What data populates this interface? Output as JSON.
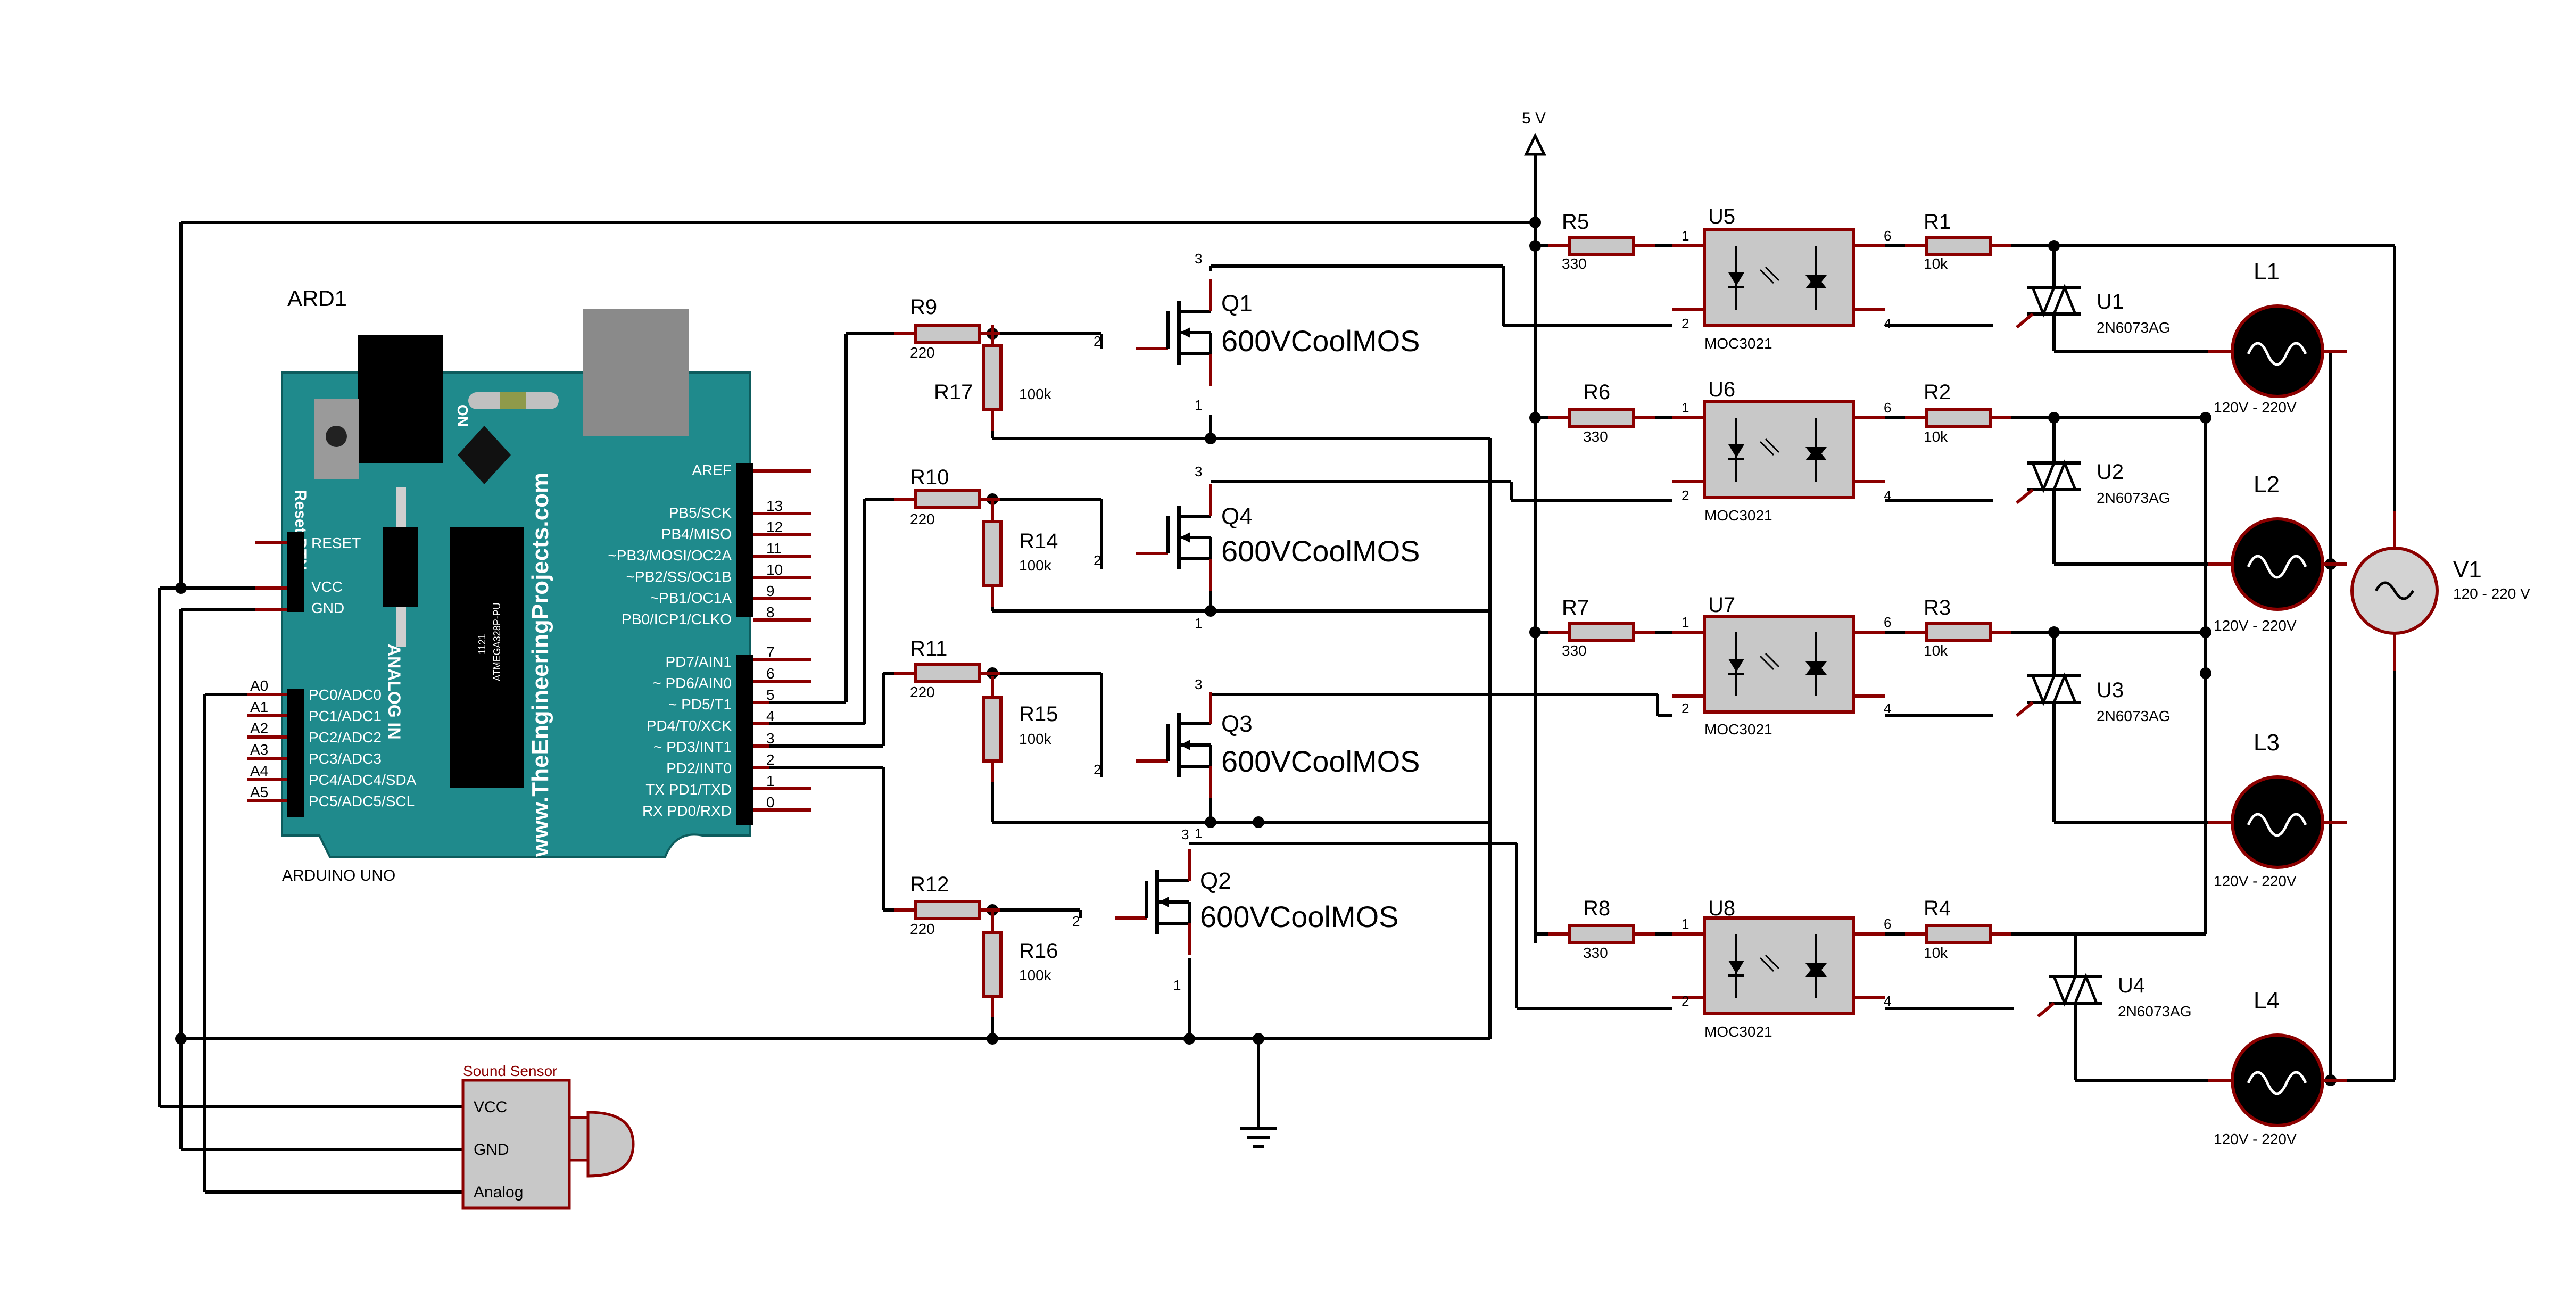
{
  "colors": {
    "wire": "#000000",
    "component_lead": "#8b0000",
    "component_fill": "#c8c8c8",
    "board_teal": "#1f8a8c",
    "lamp_black": "#000000"
  },
  "arduino": {
    "ref": "ARD1",
    "model": "ARDUINO UNO",
    "site": "www.TheEngineeringProjects.com",
    "chip_num": "1121",
    "chip": "ATMEGA328P-PU",
    "reset_btn": "Reset BTN",
    "on": "ON",
    "analog_in": "ANALOG IN",
    "power_pins": [
      "RESET",
      "VCC",
      "GND"
    ],
    "analog_pins": [
      {
        "name": "A0",
        "func": "PC0/ADC0"
      },
      {
        "name": "A1",
        "func": "PC1/ADC1"
      },
      {
        "name": "A2",
        "func": "PC2/ADC2"
      },
      {
        "name": "A3",
        "func": "PC3/ADC3"
      },
      {
        "name": "A4",
        "func": "PC4/ADC4/SDA"
      },
      {
        "name": "A5",
        "func": "PC5/ADC5/SCL"
      }
    ],
    "digital_pins": [
      {
        "func": "AREF",
        "num": ""
      },
      {
        "func": "PB5/SCK",
        "num": "13"
      },
      {
        "func": "PB4/MISO",
        "num": "12"
      },
      {
        "func": "~PB3/MOSI/OC2A",
        "num": "11"
      },
      {
        "func": "~PB2/SS/OC1B",
        "num": "10"
      },
      {
        "func": "~PB1/OC1A",
        "num": "9"
      },
      {
        "func": "PB0/ICP1/CLKO",
        "num": "8"
      },
      {
        "func": "PD7/AIN1",
        "num": "7"
      },
      {
        "func": "~ PD6/AIN0",
        "num": "6"
      },
      {
        "func": "~ PD5/T1",
        "num": "5"
      },
      {
        "func": "PD4/T0/XCK",
        "num": "4"
      },
      {
        "func": "~ PD3/INT1",
        "num": "3"
      },
      {
        "func": "PD2/INT0",
        "num": "2"
      },
      {
        "func": "TX PD1/TXD",
        "num": "1"
      },
      {
        "func": "RX PD0/RXD",
        "num": "0"
      }
    ]
  },
  "sensor": {
    "title": "Sound Sensor",
    "pins": [
      "VCC",
      "GND",
      "Analog"
    ]
  },
  "supply": {
    "label": "5 V"
  },
  "source": {
    "ref": "V1",
    "value": "120 - 220 V"
  },
  "gate_resistors": [
    {
      "ref": "R9",
      "value": "220"
    },
    {
      "ref": "R10",
      "value": "220"
    },
    {
      "ref": "R11",
      "value": "220"
    },
    {
      "ref": "R12",
      "value": "220"
    }
  ],
  "pulldown_resistors": [
    {
      "ref": "R17",
      "value": "100k"
    },
    {
      "ref": "R14",
      "value": "100k"
    },
    {
      "ref": "R15",
      "value": "100k"
    },
    {
      "ref": "R16",
      "value": "100k"
    }
  ],
  "mosfets": [
    {
      "ref": "Q1",
      "model": "600VCoolMOS"
    },
    {
      "ref": "Q4",
      "model": "600VCoolMOS"
    },
    {
      "ref": "Q3",
      "model": "600VCoolMOS"
    },
    {
      "ref": "Q2",
      "model": "600VCoolMOS"
    }
  ],
  "led_resistors": [
    {
      "ref": "R5",
      "value": "330"
    },
    {
      "ref": "R6",
      "value": "330"
    },
    {
      "ref": "R7",
      "value": "330"
    },
    {
      "ref": "R8",
      "value": "330"
    }
  ],
  "optocouplers": [
    {
      "ref": "U5",
      "model": "MOC3021"
    },
    {
      "ref": "U6",
      "model": "MOC3021"
    },
    {
      "ref": "U7",
      "model": "MOC3021"
    },
    {
      "ref": "U8",
      "model": "MOC3021"
    }
  ],
  "triac_resistors": [
    {
      "ref": "R1",
      "value": "10k"
    },
    {
      "ref": "R2",
      "value": "10k"
    },
    {
      "ref": "R3",
      "value": "10k"
    },
    {
      "ref": "R4",
      "value": "10k"
    }
  ],
  "triacs": [
    {
      "ref": "U1",
      "model": "2N6073AG"
    },
    {
      "ref": "U2",
      "model": "2N6073AG"
    },
    {
      "ref": "U3",
      "model": "2N6073AG"
    },
    {
      "ref": "U4",
      "model": "2N6073AG"
    }
  ],
  "lamps": [
    {
      "ref": "L1",
      "rating": "120V - 220V"
    },
    {
      "ref": "L2",
      "rating": "120V - 220V"
    },
    {
      "ref": "L3",
      "rating": "120V - 220V"
    },
    {
      "ref": "L4",
      "rating": "120V - 220V"
    }
  ],
  "pin_numbers": {
    "mos_drain": "3",
    "mos_gate": "2",
    "mos_source": "1",
    "opto_a": "1",
    "opto_k": "2",
    "opto_mt1": "6",
    "opto_mt2": "4"
  }
}
